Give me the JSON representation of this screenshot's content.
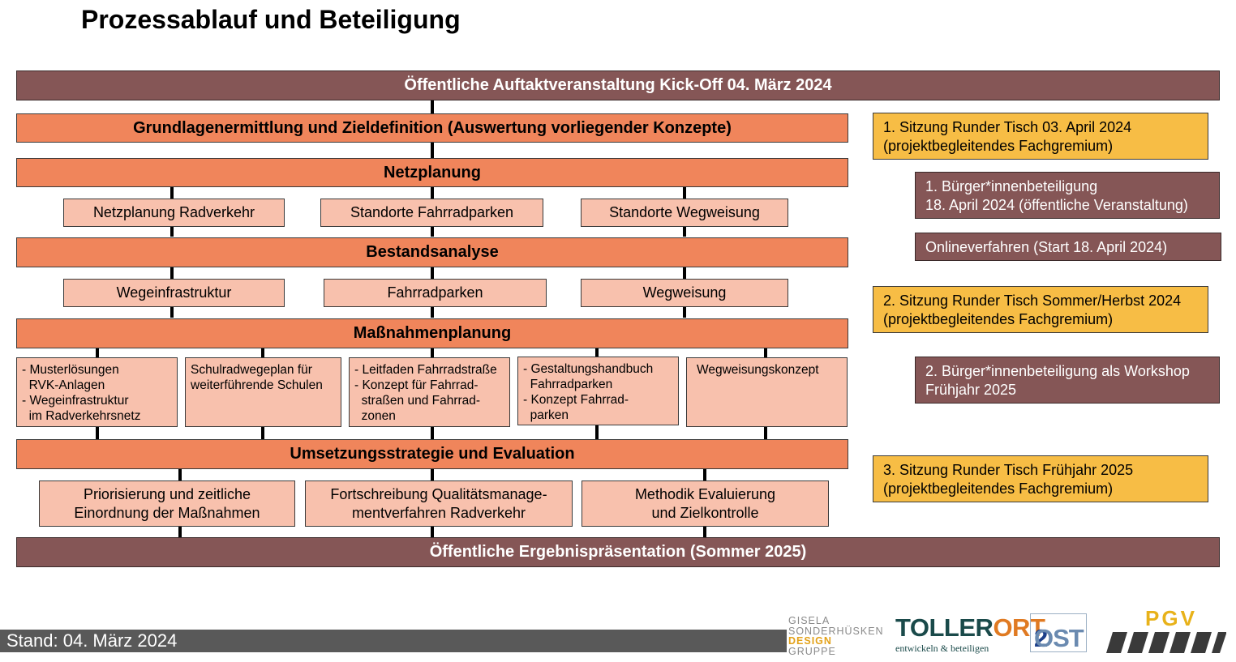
{
  "title": "Prozessablauf und Beteiligung",
  "kickoff": "Öffentliche Auftaktveranstaltung Kick-Off 04. März 2024",
  "phases": {
    "grundlagen": "Grundlagenermittlung und Zieldefinition (Auswertung vorliegender Konzepte)",
    "netzplanung": "Netzplanung",
    "bestandsanalyse": "Bestandsanalyse",
    "massnahmenplanung": "Maßnahmenplanung",
    "umsetzung": "Umsetzungsstrategie und Evaluation"
  },
  "netz_items": [
    "Netzplanung Radverkehr",
    "Standorte Fahrradparken",
    "Standorte Wegweisung"
  ],
  "bestand_items": [
    "Wegeinfrastruktur",
    "Fahrradparken",
    "Wegweisung"
  ],
  "massnahmen_items": [
    [
      "- Musterlösungen",
      "  RVK-Anlagen",
      "- Wegeinfrastruktur",
      "  im Radverkehrsnetz"
    ],
    [
      "Schulradwegeplan für",
      "weiterführende Schulen"
    ],
    [
      "- Leitfaden Fahrradstraße",
      "- Konzept für Fahrrad-",
      "  straßen und Fahrrad-",
      "  zonen"
    ],
    [
      "- Gestaltungshandbuch",
      "  Fahrradparken",
      "- Konzept Fahrrad-",
      "  parken"
    ],
    [
      "Wegweisungskonzept"
    ]
  ],
  "umsetzung_items": [
    [
      "Priorisierung und zeitliche",
      "Einordnung der Maßnahmen"
    ],
    [
      "Fortschreibung Qualitätsmanage-",
      "mentverfahren Radverkehr"
    ],
    [
      "Methodik Evaluierung",
      "und Zielkontrolle"
    ]
  ],
  "ergebnis": "Öffentliche Ergebnispräsentation (Sommer 2025)",
  "side": {
    "s1": [
      "1. Sitzung Runder Tisch 03. April 2024",
      "(projektbegleitendes Fachgremium)"
    ],
    "b1": [
      "1. Bürger*innenbeteiligung",
      "18. April 2024 (öffentliche Veranstaltung)"
    ],
    "online": [
      "Onlineverfahren (Start 18. April 2024)"
    ],
    "s2": [
      "2. Sitzung Runder Tisch Sommer/Herbst 2024",
      "(projektbegleitendes Fachgremium)"
    ],
    "b2": [
      "2. Bürger*innenbeteiligung als Workshop",
      "Frühjahr 2025"
    ],
    "s3": [
      "3. Sitzung Runder Tisch Frühjahr 2025",
      "(projektbegleitendes Fachgremium)"
    ]
  },
  "footer": "Stand: 04. März 2024",
  "logos": {
    "gisela": [
      "GISELA",
      "SONDERHÜSKEN",
      "DESIGN",
      "GRUPPE"
    ],
    "tollerort_a": "TOLLER",
    "tollerort_b": "ORT",
    "tollerort_sub": "entwickeln & beteiligen",
    "zost_a": "2",
    "zost_b": "OST",
    "pgv": "PGV"
  },
  "colors": {
    "dark_bar": "#855656",
    "phase_orange": "#f0855b",
    "item_light": "#f8c1ad",
    "runder_tisch_yellow": "#f7bd45",
    "footer_gray": "#595959"
  }
}
